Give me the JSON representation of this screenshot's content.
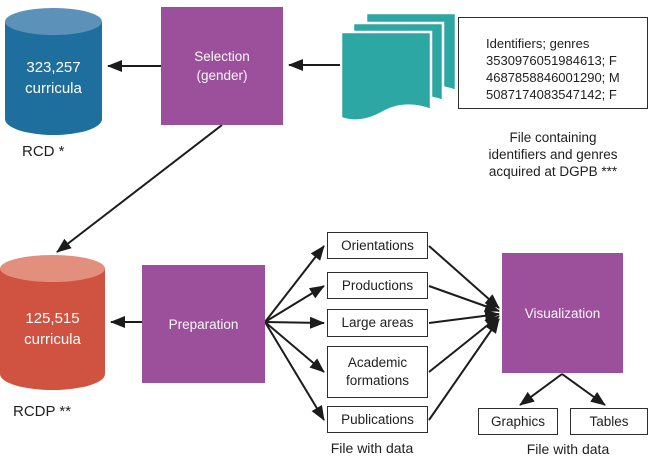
{
  "colors": {
    "purple": "#9c4f9a",
    "teal": "#2da7a3",
    "blue-body": "#1e6e9e",
    "blue-top": "#5c91ba",
    "red-body": "#d05240",
    "red-top": "#e28f7d"
  },
  "top_flow": {
    "rcd_cylinder": {
      "label": "323,257\ncurricula",
      "caption": "RCD *"
    },
    "selection_label": "Selection\n(gender)",
    "identifiers_file": {
      "content": "Identifiers; genres\n3530976051984613; F\n4687858846001290; M\n5087174083547142; F",
      "caption": "File containing\nidentifiers and genres\nacquired at DGPB ***"
    }
  },
  "bottom_flow": {
    "rcdp_cylinder": {
      "label": "125,515\ncurricula",
      "caption": "RCDP **"
    },
    "preparation_label": "Preparation",
    "data_boxes": [
      "Orientations",
      "Productions",
      "Large areas",
      "Academic\nformations",
      "Publications"
    ],
    "data_boxes_caption": "File with data",
    "visualization_label": "Visualization",
    "output_boxes": [
      "Graphics",
      "Tables"
    ],
    "output_caption": "File with data"
  }
}
